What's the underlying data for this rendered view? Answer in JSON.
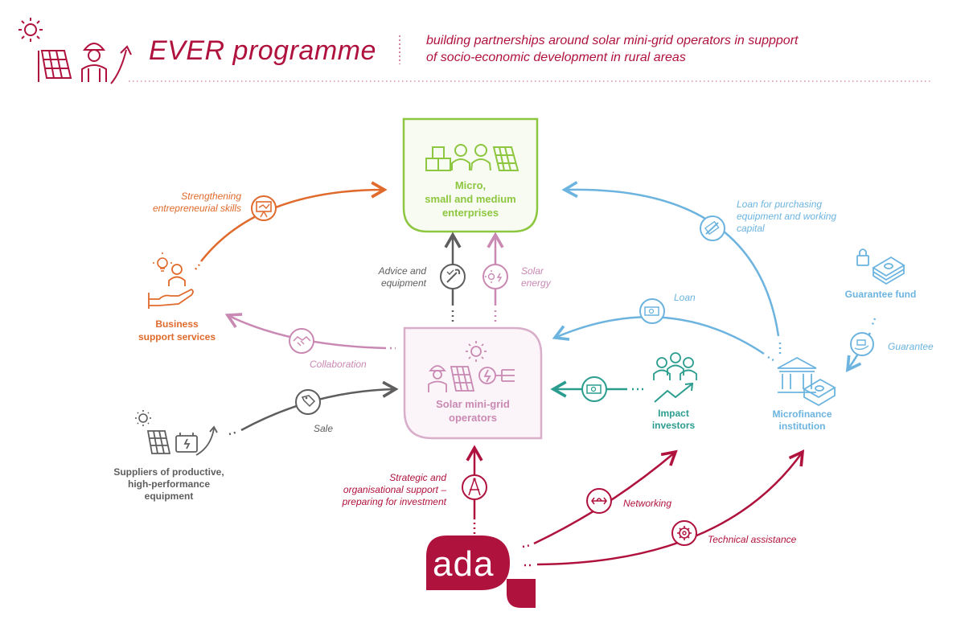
{
  "header": {
    "title_caps": "EVER",
    "title_rest": " programme",
    "subtitle_line1": "building partnerships around solar mini-grid operators in suppport",
    "subtitle_line2": "of socio-economic development in rural areas"
  },
  "nodes": {
    "msme": {
      "line1": "Micro,",
      "line2": "small and medium",
      "line3": "enterprises"
    },
    "operators": {
      "line1": "Solar mini-grid",
      "line2": "operators"
    },
    "business_support": {
      "line1": "Business",
      "line2": "support services"
    },
    "suppliers": {
      "line1": "Suppliers of productive,",
      "line2": "high-performance",
      "line3": "equipment"
    },
    "impact_investors": {
      "line1": "Impact",
      "line2": "investors"
    },
    "microfinance": {
      "line1": "Microfinance",
      "line2": "institution"
    },
    "guarantee_fund": "Guarantee fund",
    "ada_logo": "ada"
  },
  "edges": {
    "strengthening": {
      "line1": "Strengthening",
      "line2": "entrepreneurial skills"
    },
    "loan_purchasing": {
      "line1": "Loan for purchasing",
      "line2": "equipment and working",
      "line3": "capital"
    },
    "advice": {
      "line1": "Advice and",
      "line2": "equipment"
    },
    "solar_energy": {
      "line1": "Solar",
      "line2": "energy"
    },
    "loan": "Loan",
    "guarantee": "Guarantee",
    "collaboration": "Collaboration",
    "sale": "Sale",
    "strategic": {
      "line1": "Strategic and",
      "line2": "organisational support –",
      "line3": "preparing for investment"
    },
    "networking": "Networking",
    "technical": "Technical assistance"
  },
  "colors": {
    "crimson": "#b0123e",
    "green": "#8dc63f",
    "orange": "#e06a2c",
    "blue": "#6cb4df",
    "pink": "#c989b3",
    "teal": "#2a9d8f",
    "grey": "#5e5e5e"
  },
  "icons": [
    "sun-icon",
    "solar-panel-icon",
    "worker-icon",
    "arrow-up-icon",
    "boxes-icon",
    "people-icon",
    "presentation-icon",
    "wrench-icon",
    "handshake-icon",
    "price-tag-icon",
    "cash-icon",
    "bank-icon",
    "lock-icon",
    "compass-icon",
    "gear-icon",
    "network-icon",
    "chart-up-icon",
    "hand-icon",
    "lightbulb-icon",
    "battery-icon"
  ]
}
